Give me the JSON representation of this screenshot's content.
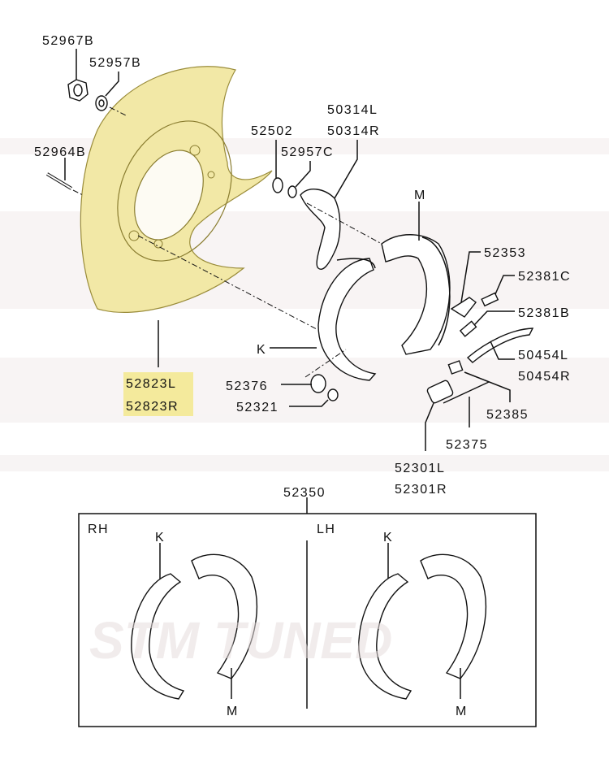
{
  "diagram": {
    "title_group": "52350",
    "watermark": "STM TUNED",
    "highlight_color": "#f4ea9c",
    "plate_color": "#f2e8a6",
    "labels": {
      "p52967B": "52967B",
      "p52957B": "52957B",
      "p52964B": "52964B",
      "p52823L": "52823L",
      "p52823R": "52823R",
      "p52502": "52502",
      "p50314L": "50314L",
      "p50314R": "50314R",
      "p52957C": "52957C",
      "m_top": "M",
      "p52353": "52353",
      "p52381C": "52381C",
      "p52381B": "52381B",
      "k_top": "K",
      "p50454L": "50454L",
      "p50454R": "50454R",
      "p52376": "52376",
      "p52321": "52321",
      "p52385": "52385",
      "p52375": "52375",
      "p52301L": "52301L",
      "p52301R": "52301R",
      "p52350": "52350"
    },
    "kit_box": {
      "rh_label": "RH",
      "lh_label": "LH",
      "rh_k": "K",
      "rh_m": "M",
      "lh_k": "K",
      "lh_m": "M"
    }
  }
}
